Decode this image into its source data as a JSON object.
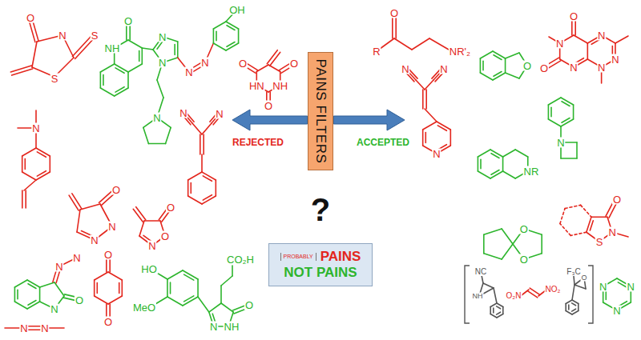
{
  "diagram": {
    "nodes": [
      {
        "text": [
          "PAINS FILTERS"
        ]
      },
      {
        "text": [
          "PROBABLY",
          "PAINS",
          "NOT PAINS"
        ]
      }
    ],
    "labels": [
      "REJECTED",
      "ACCEPTED",
      "?",
      "O",
      "N",
      "S",
      "S",
      "N",
      "NH",
      "O",
      "N",
      "N",
      "N",
      "N",
      "OH",
      "N",
      "O",
      "O",
      "HN",
      "NH",
      "O",
      "N",
      "N",
      "O",
      "N",
      "N",
      "O",
      "O",
      "N",
      "N",
      "N",
      "N",
      "O",
      "O",
      "O",
      "HO",
      "MeO",
      "CO₂H",
      "O",
      "N",
      "NH",
      "N",
      "N",
      "O",
      "R",
      "NR'₂",
      "O",
      "O",
      "N",
      "O",
      "N",
      "N",
      "N",
      "N",
      "N",
      "N",
      "N",
      "N",
      "NR",
      "O",
      "N",
      "S",
      "O",
      "O",
      "NC",
      "NH",
      "O₂N",
      "NO₂",
      "F₃C",
      "O",
      "N",
      "N",
      "N"
    ]
  }
}
